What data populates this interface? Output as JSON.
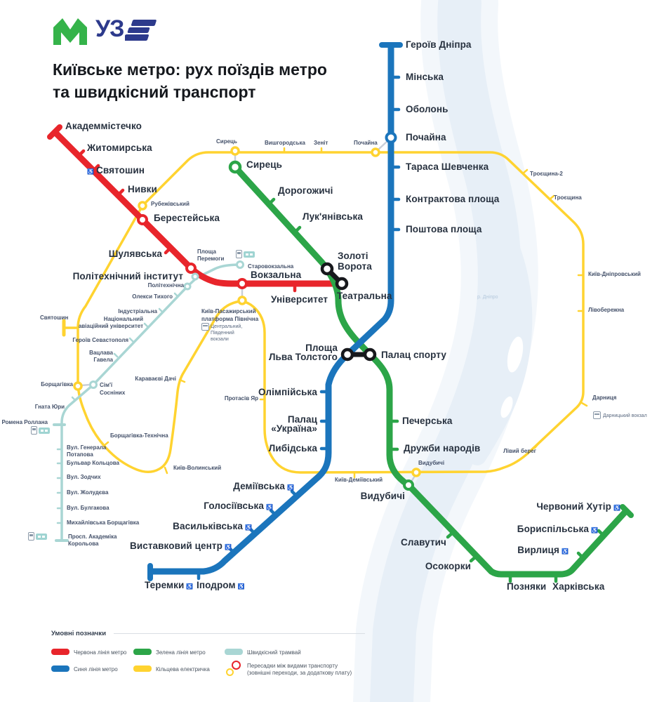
{
  "hdr": {
    "logo_m": "М",
    "logo_uz": "УЗ",
    "t1": "Київське метро: рух поїздів метро",
    "t2": "та швидкісний транспорт"
  },
  "river_label": "р. Дніпро",
  "colors": {
    "red": "#e8252b",
    "blue": "#1b75bc",
    "green": "#2ca548",
    "ring_yellow": "#ffd330",
    "tram_teal": "#a9d6d4",
    "label_dark": "#27313f"
  },
  "st": {
    "red": {
      "akadem": "Академмістечко",
      "zhyto": "Житомирська",
      "sviat": "Святошин",
      "nyvky": "Нивки",
      "berest": "Берестейська",
      "shul": "Шулявська",
      "politeh": "Політехнічний інститут",
      "vokz": "Вокзальна",
      "univ": "Університет",
      "teatr": "Театральна"
    },
    "blue": {
      "heroiv": "Героїв Дніпра",
      "minska": "Мінська",
      "obolon": "Оболонь",
      "poch": "Почайна",
      "taras": "Тараса Шевченка",
      "kontr": "Контрактова площа",
      "posht": "Поштова площа",
      "plva1": "Площа",
      "plva2": "Льва Толстого",
      "olimp": "Олімпійська",
      "pu1": "Палац",
      "pu2": "«Україна»",
      "lybid": "Либідська",
      "demi": "Деміївська",
      "holos": "Голосіївська",
      "vasyl": "Васильківська",
      "vyst": "Виставковий центр",
      "terem": "Теремки",
      "ipod": "Іподром"
    },
    "green": {
      "syrets": "Сирець",
      "doroh": "Дорогожичі",
      "lukian": "Лук'янівська",
      "zv1": "Золоті",
      "zv2": "Ворота",
      "psport": "Палац спорту",
      "pech": "Печерська",
      "druzh": "Дружби народів",
      "vydub": "Видубичі",
      "slav": "Славутич",
      "osok": "Осокорки",
      "pozn": "Позняки",
      "khark": "Харківська",
      "vyrl": "Вирлиця",
      "borysp": "Бориспільська",
      "chkh": "Червоний Хутір"
    },
    "ring": {
      "syrets": "Сирець",
      "vyshh": "Вишгородська",
      "zenit": "Зеніт",
      "poch": "Почайна",
      "tro2": "Троєщина-2",
      "tro": "Троєщина",
      "kdnipr": "Київ-Дніпровський",
      "livob": "Лівобережна",
      "darn": "Дарниця",
      "darnv": "Дарницький вокзал",
      "livb": "Лівий берег",
      "vydub": "Видубичі",
      "kdem": "Київ-Деміївський",
      "prot": "Протасів Яр",
      "kvol": "Київ-Волинський",
      "btekh": "Борщагівка-Технічна",
      "karav": "Караваєві Дачі",
      "borsh": "Борщагівка",
      "sviat": "Святошин",
      "rubezh": "Рубежівський",
      "kpas1": "Київ-Пасажирський",
      "kpas2": "платформа Північна",
      "kpas3": "Центральний,",
      "kpas4": "Південний",
      "kpas5": "вокзали"
    },
    "tram": {
      "starov": "Старовокзальна",
      "pper1": "Площа",
      "pper2": "Перемоги",
      "politeh": "Політехнічна",
      "oleksy": "Олекси Тихого",
      "indus": "Індустріальна",
      "nau1": "Національний",
      "nau2": "авіаційний університет",
      "hsev": "Героїв Севастополя",
      "vh1": "Вацлава",
      "vh2": "Гавела",
      "ss1": "Сім'ї",
      "ss2": "Сосніних",
      "hyury": "Гната Юри",
      "romena": "Ромена Роллана",
      "pot1": "Вул. Генерала",
      "pot2": "Потапова",
      "kolts": "Бульвар Кольцова",
      "zodch": "Вул. Зодчих",
      "zholu": "Вул. Жолудєва",
      "bulh": "Вул. Булгакова",
      "mykh": "Михайлівська Борщагівка",
      "kor1": "Просп. Академіка",
      "kor2": "Корольова"
    }
  },
  "lg": {
    "title": "Умовні позначки",
    "red": "Червона лінія метро",
    "green": "Зелена лінія метро",
    "tram": "Швидкісний трамвай",
    "blue": "Синя лінія метро",
    "ring": "Кільцева електричка",
    "tr1": "Пересадки між видами транспорту",
    "tr2": "(зовнішні переходи, за додаткову плату)"
  }
}
